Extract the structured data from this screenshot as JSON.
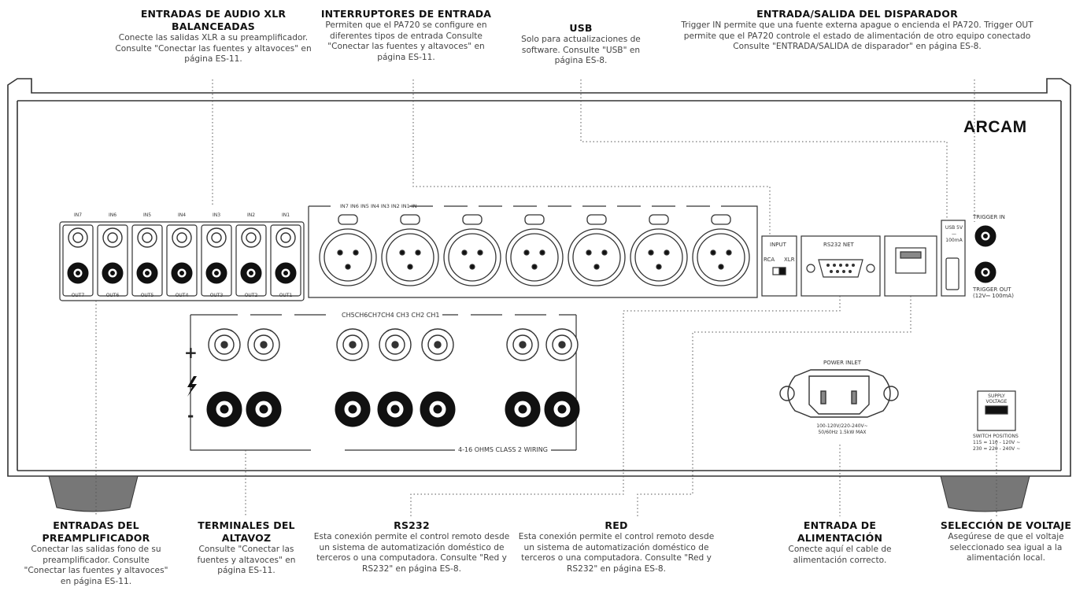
{
  "brand": "ARCAM",
  "callouts_top": [
    {
      "title": "ENTRADAS DE AUDIO XLR BALANCEADAS",
      "desc": "Conecte las salidas XLR a su preamplificador. Consulte \"Conectar las fuentes y altavoces\" en página ES-11."
    },
    {
      "title": "INTERRUPTORES DE ENTRADA",
      "desc": "Permiten que el PA720 se configure en diferentes tipos de entrada Consulte \"Conectar las fuentes y altavoces\" en página ES-11."
    },
    {
      "title": "USB",
      "desc": "Solo para actualizaciones de software. Consulte \"USB\" en página ES-8."
    },
    {
      "title": "ENTRADA/SALIDA DEL DISPARADOR",
      "desc": "Trigger IN permite que una fuente externa apague o encienda el PA720. Trigger OUT permite que el PA720 controle el estado de alimentación de otro equipo conectado Consulte \"ENTRADA/SALIDA de disparador\" en página ES-8."
    }
  ],
  "callouts_bottom": [
    {
      "title": "ENTRADAS DEL PREAMPLIFICADOR",
      "desc": "Conectar las salidas fono de su preamplificador. Consulte \"Conectar las fuentes y altavoces\" en página ES-11."
    },
    {
      "title": "TERMINALES DEL ALTAVOZ",
      "desc": "Consulte \"Conectar las fuentes y altavoces\" en página ES-11."
    },
    {
      "title": "RS232",
      "desc": "Esta conexión permite el control remoto desde un sistema de automatización doméstico de terceros o una computadora. Consulte \"Red y RS232\" en página ES-8."
    },
    {
      "title": "RED",
      "desc": "Esta conexión permite el control remoto desde un sistema de automatización doméstico de terceros o una computadora. Consulte \"Red y RS232\" en página ES-8."
    },
    {
      "title": "ENTRADA DE ALIMENTACIÓN",
      "desc": "Conecte aquí el cable de alimentación correcto."
    },
    {
      "title": "SELECCIÓN DE VOLTAJE",
      "desc": "Asegúrese de que el voltaje seleccionado sea igual a la alimentación local."
    }
  ],
  "panel": {
    "rca_in_labels": [
      "IN7",
      "IN6",
      "IN5",
      "IN4",
      "IN3",
      "IN2",
      "IN1"
    ],
    "rca_out_labels": [
      "OUT7",
      "OUT6",
      "OUT5",
      "OUT4",
      "OUT3",
      "OUT2",
      "OUT1"
    ],
    "xlr_header": "IN7 IN6 IN5 IN4 IN3 IN2 IN1 IN",
    "input_label": "INPUT",
    "rca_switch": "RCA",
    "xlr_switch": "XLR",
    "rs232_label": "RS232 NET",
    "usb_label": "USB 5V— 100mA",
    "trigger_in": "TRIGGER IN",
    "trigger_out": "TRIGGER OUT (12V⎓ 100mA)",
    "speaker_header": "CH5CH6CH7CH4 CH3 CH2 CH1",
    "speaker_plus": "+",
    "speaker_minus": "-",
    "speaker_footer": "4-16 OHMS CLASS 2 WIRING",
    "power_inlet": "POWER INLET",
    "power_rating": "100-120V/220-240V~ 50/60Hz 1.5kW MAX",
    "supply_voltage": "SUPPLY VOLTAGE",
    "switch_positions": "SWITCH POSITIONS 115 = 110 - 120V ~ 230 = 220 - 240V ~"
  }
}
